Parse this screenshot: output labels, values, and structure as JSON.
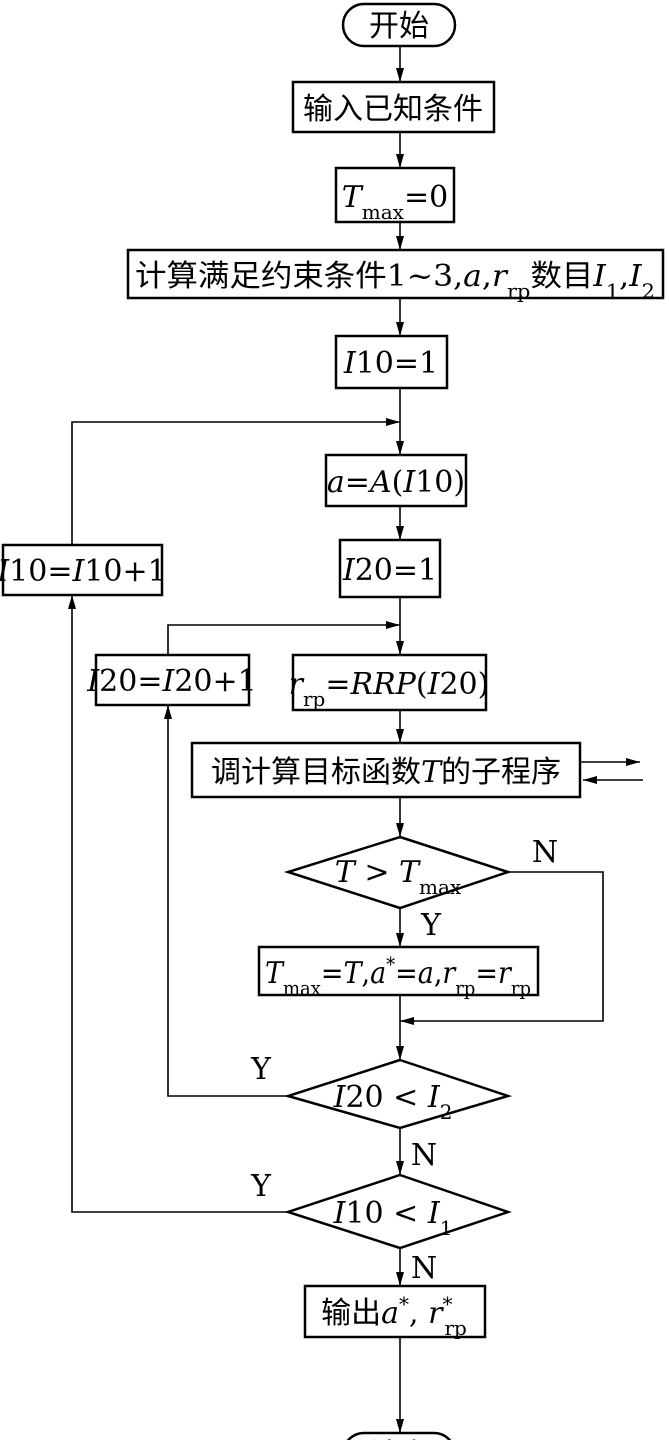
{
  "nodes": {
    "start": "开始",
    "input": "输入已知条件",
    "tmax_init": {
      "var": "T",
      "sub": "max",
      "rest": "=0"
    },
    "count": {
      "pre": "计算满足约束条件1~3,",
      "a": "a",
      "r": "r",
      "rsub": "rp",
      "mid": "数目",
      "i1": "I",
      "i1sub": "1",
      "i2": "I",
      "i2sub": "2"
    },
    "i10_init": {
      "var": "I",
      "rest": "10=1"
    },
    "a_assign": {
      "a": "a",
      "eq": "=",
      "A": "A",
      "open": "(",
      "I": "I",
      "close": "10)"
    },
    "i20_init": {
      "var": "I",
      "rest": "20=1"
    },
    "i10_inc": {
      "l": "I",
      "mid": "10=",
      "r": "I",
      "end": "10+1"
    },
    "i20_inc": {
      "l": "I",
      "mid": "20=",
      "r": "I",
      "end": "20+1"
    },
    "rrp_assign": {
      "r": "r",
      "rsub": "rp",
      "eq": "=",
      "fn": "RRP",
      "open": "(",
      "I": "I",
      "close": "20)"
    },
    "call_sub": {
      "pre": "调计算目标函数",
      "T": "T",
      "post": "的子程序"
    },
    "cond_t": {
      "T": "T",
      "op": " > ",
      "T2": "T",
      "sub": "max"
    },
    "update": {
      "T": "T",
      "sub": "max",
      "eq1": "=",
      "T2": "T",
      "c1": ",",
      "a": "a",
      "star": "*",
      "eq2": "=",
      "a2": "a",
      "c2": ",",
      "r": "r",
      "rsub": "rp",
      "eq3": "=",
      "r2": "r",
      "rsub2": "rp"
    },
    "cond_i20": {
      "I": "I",
      "mid": "20 < ",
      "I2": "I",
      "sub": "2"
    },
    "cond_i10": {
      "I": "I",
      "mid": "10 < ",
      "I2": "I",
      "sub": "1"
    },
    "output": {
      "pre": "输出",
      "a": "a",
      "star": "*",
      "c": ", ",
      "r": "r",
      "rsub": "rp",
      "rstar": "*"
    },
    "end": "结束"
  },
  "labels": {
    "cond_t_yes": "Y",
    "cond_t_no": "N",
    "cond_i20_yes": "Y",
    "cond_i20_no": "N",
    "cond_i10_yes": "Y",
    "cond_i10_no": "N"
  }
}
